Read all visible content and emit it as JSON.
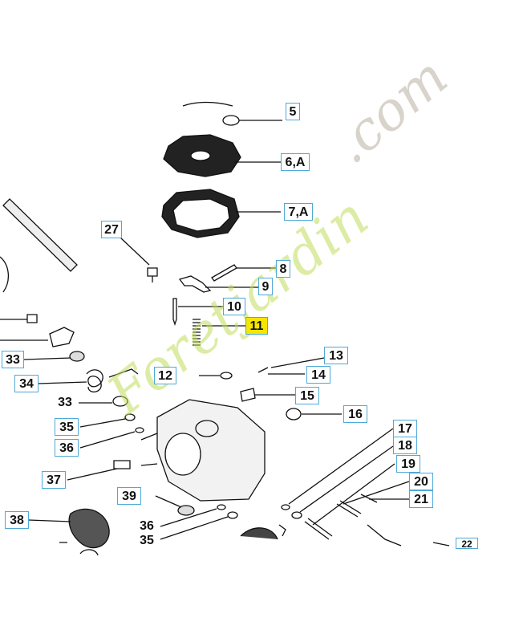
{
  "labels": {
    "l5": "5",
    "l6": "6,A",
    "l7": "7,A",
    "l8": "8",
    "l9": "9",
    "l10": "10",
    "l11": "11",
    "l12": "12",
    "l13": "13",
    "l14": "14",
    "l15": "15",
    "l16": "16",
    "l17": "17",
    "l18": "18",
    "l19": "19",
    "l20": "20",
    "l21": "21",
    "l27": "27",
    "l33a": "33",
    "l33b": "33",
    "l34": "34",
    "l35a": "35",
    "l35b": "35",
    "l36a": "36",
    "l36b": "36",
    "l37": "37",
    "l38": "38",
    "l39": "39",
    "l22": "22"
  },
  "watermark": {
    "brand_left": "Foretjardin",
    "brand_right": ".com"
  },
  "colors": {
    "label_border": "#4fa9d6",
    "highlight": "#f5e600",
    "line": "#111111"
  }
}
